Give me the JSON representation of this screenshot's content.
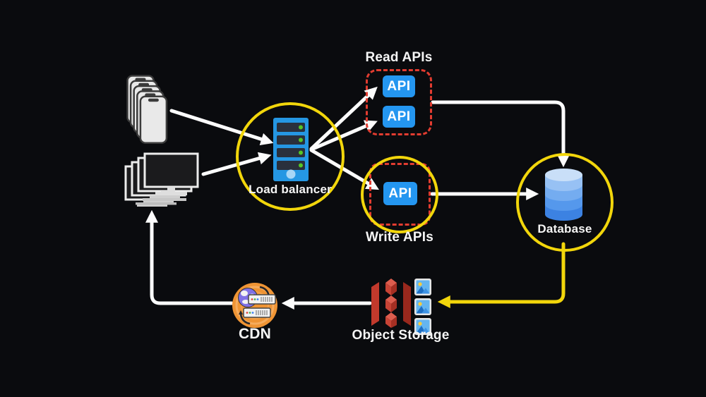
{
  "colors": {
    "background": "#0a0b0e",
    "accent_yellow": "#f2d60b",
    "dashed_red": "#e23c30",
    "api_blue": "#2496f0",
    "arrow_white": "#fcfcfc",
    "cdn_orange": "#ef9434",
    "bucket_red": "#c2392c",
    "database_blue": "#3c82e2",
    "led_green": "#54c726"
  },
  "nodes": {
    "mobile_clients": {
      "icon": "mobile-phones-stack-icon"
    },
    "desktop_clients": {
      "icon": "desktop-monitors-stack-icon"
    },
    "load_balancer": {
      "label": "Load balancer",
      "icon": "server-tower-icon"
    },
    "read_apis": {
      "label": "Read APIs",
      "api_boxes": [
        "API",
        "API"
      ]
    },
    "write_apis": {
      "label": "Write APIs",
      "api_boxes": [
        "API"
      ]
    },
    "database": {
      "label": "Database",
      "icon": "database-cylinder-icon"
    },
    "object_storage": {
      "label": "Object Storage",
      "icon": "s3-bucket-icon"
    },
    "cdn": {
      "label": "CDN",
      "icon": "cdn-globe-servers-icon"
    }
  },
  "edges": [
    {
      "from": "mobile-clients",
      "to": "load-balancer",
      "color": "white"
    },
    {
      "from": "desktop-clients",
      "to": "load-balancer",
      "color": "white"
    },
    {
      "from": "load-balancer",
      "to": "read-api-1",
      "color": "white"
    },
    {
      "from": "load-balancer",
      "to": "read-api-2",
      "color": "white"
    },
    {
      "from": "load-balancer",
      "to": "write-api",
      "color": "white"
    },
    {
      "from": "read-apis",
      "to": "database",
      "color": "white"
    },
    {
      "from": "write-api",
      "to": "database",
      "color": "white"
    },
    {
      "from": "database",
      "to": "object-storage",
      "color": "yellow"
    },
    {
      "from": "object-storage",
      "to": "cdn",
      "color": "white"
    },
    {
      "from": "cdn",
      "to": "desktop-clients",
      "color": "white"
    }
  ]
}
